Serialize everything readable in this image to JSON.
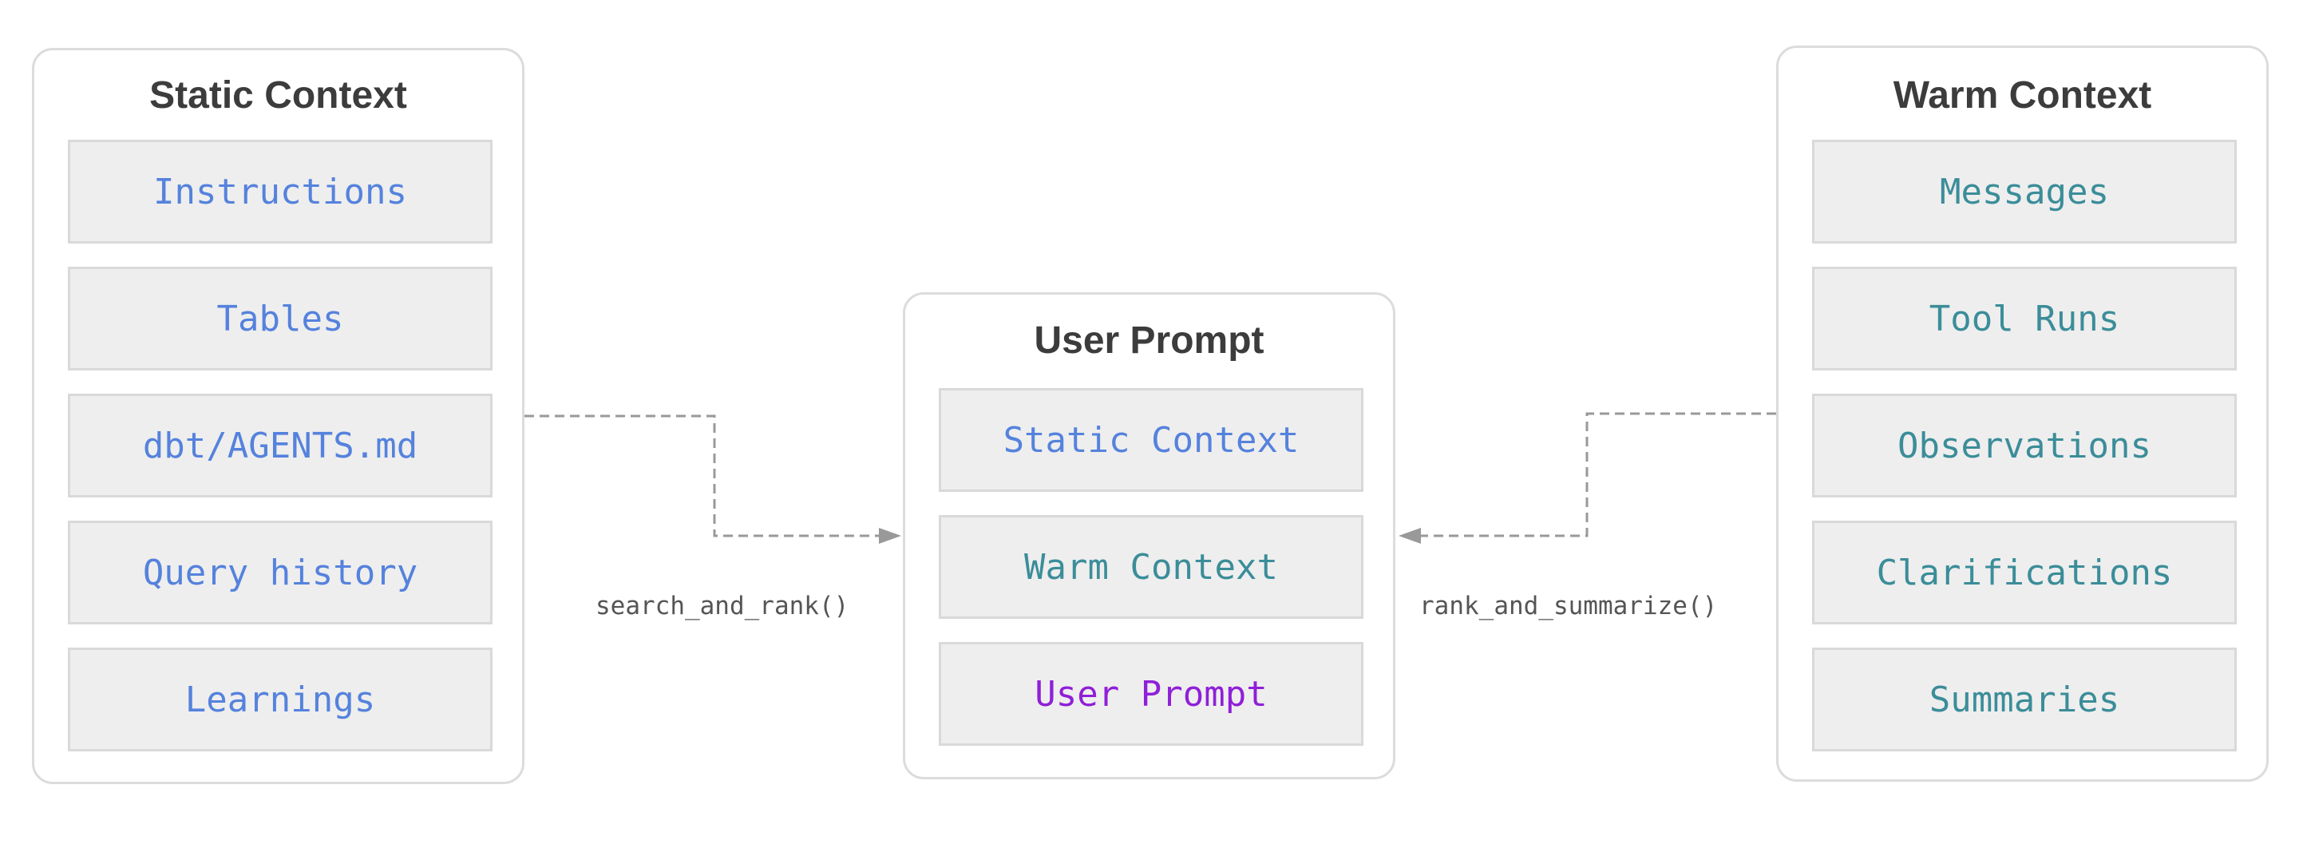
{
  "colors": {
    "static_text": "#5582dd",
    "warm_text": "#3b8d99",
    "user_text": "#8f1fd8",
    "box_fill": "#eeeeee",
    "border": "#dcdcdc",
    "connector": "#999999",
    "title": "#3c3c3c"
  },
  "static_context": {
    "title": "Static Context",
    "items": [
      "Instructions",
      "Tables",
      "dbt/AGENTS.md",
      "Query history",
      "Learnings"
    ]
  },
  "user_prompt": {
    "title": "User Prompt",
    "items": [
      "Static Context",
      "Warm Context",
      "User Prompt"
    ]
  },
  "warm_context": {
    "title": "Warm Context",
    "items": [
      "Messages",
      "Tool Runs",
      "Observations",
      "Clarifications",
      "Summaries"
    ]
  },
  "connectors": {
    "left_label": "search_and_rank()",
    "right_label": "rank_and_summarize()"
  }
}
